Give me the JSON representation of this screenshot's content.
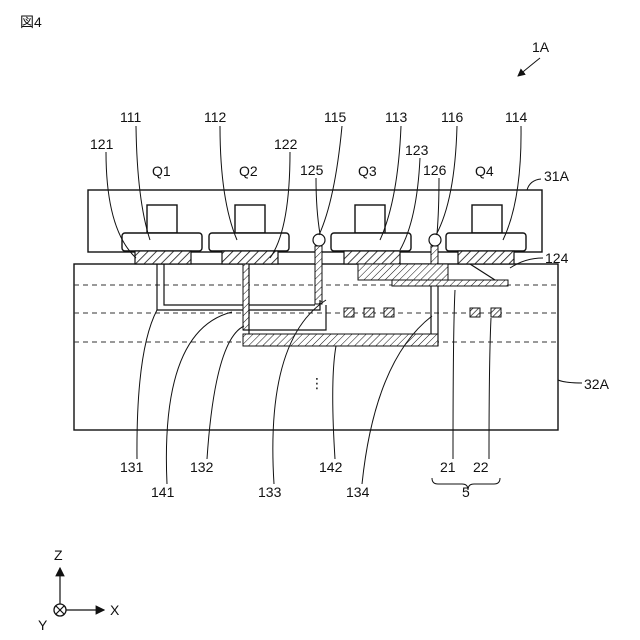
{
  "figure_label": "図4",
  "assembly_label": "1A",
  "transistors": [
    "Q1",
    "Q2",
    "Q3",
    "Q4"
  ],
  "electrode_labels": {
    "e111": "111",
    "e112": "112",
    "e113": "113",
    "e114": "114",
    "e115": "115",
    "e116": "116",
    "p121": "121",
    "p122": "122",
    "p123": "123",
    "p124": "124",
    "p125": "125",
    "p126": "126"
  },
  "bottom_labels": {
    "l131": "131",
    "l132": "132",
    "l133": "133",
    "l134": "134",
    "l141": "141",
    "l142": "142",
    "l21": "21",
    "l22": "22",
    "l5": "5"
  },
  "side_labels": {
    "module": "31A",
    "substrate": "32A"
  },
  "ellipsis": "⋮",
  "axes": {
    "z": "Z",
    "x": "X",
    "y": "Y"
  }
}
